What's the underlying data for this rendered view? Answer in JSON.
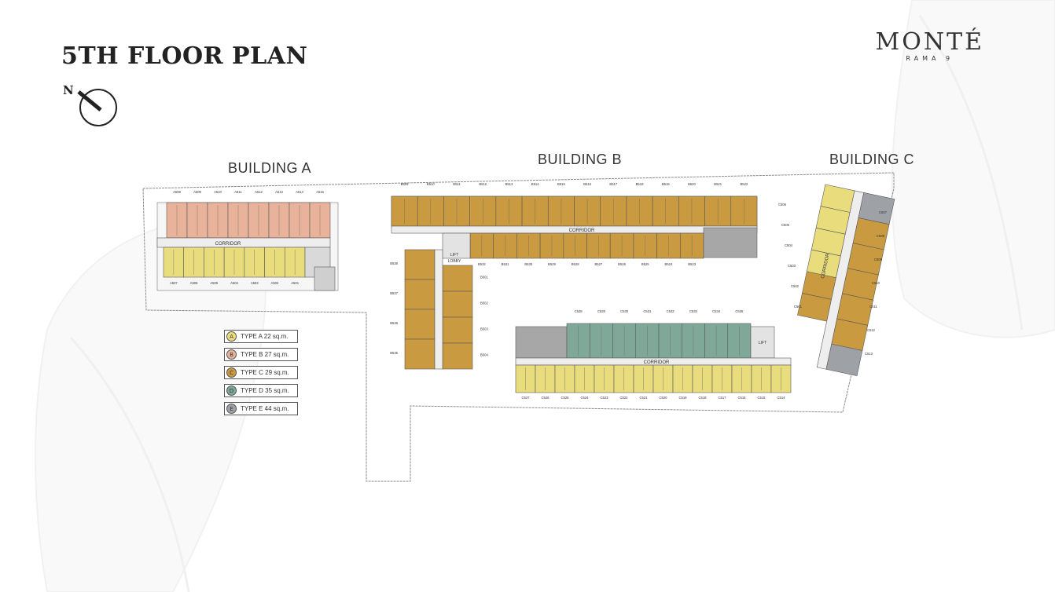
{
  "page": {
    "title": "5TH FLOOR PLAN",
    "brand_name": "MONTÉ",
    "brand_sub": "RAMA 9",
    "compass_label": "N"
  },
  "buildings": {
    "a": {
      "label": "BUILDING A"
    },
    "b": {
      "label": "BUILDING B"
    },
    "c": {
      "label": "BUILDING C"
    }
  },
  "floor_labels": {
    "corridor": "CORRIDOR",
    "lift": "LIFT",
    "lobby": "LOBBY"
  },
  "legend": [
    {
      "letter": "A",
      "label": "TYPE A 22 sq.m.",
      "color": "#e9dc7c"
    },
    {
      "letter": "B",
      "label": "TYPE B 27 sq.m.",
      "color": "#e8b39a"
    },
    {
      "letter": "C",
      "label": "TYPE C 29 sq.m.",
      "color": "#c99a3f"
    },
    {
      "letter": "D",
      "label": "TYPE D 35 sq.m.",
      "color": "#7fa898"
    },
    {
      "letter": "E",
      "label": "TYPE E 44 sq.m.",
      "color": "#9ea1a6"
    }
  ],
  "colors": {
    "type_a": "#e9dc7c",
    "type_b": "#e8b39a",
    "type_c": "#c99a3f",
    "type_d": "#7fa898",
    "type_e": "#9ea1a6",
    "corridor": "#eeeeee",
    "outline": "#7a7a7a"
  },
  "units": {
    "a_top": [
      "A508",
      "A509",
      "A510",
      "A511",
      "A512",
      "A513",
      "A514",
      "A515"
    ],
    "a_bottom": [
      "A507",
      "A506",
      "A505",
      "A504",
      "A503",
      "A502",
      "A501"
    ],
    "b_top": [
      "B509",
      "B510",
      "B511",
      "B512",
      "B513",
      "B514",
      "B515",
      "B516",
      "B517",
      "B518",
      "B519",
      "B520",
      "B521",
      "B522"
    ],
    "b_mid": [
      "B532",
      "B531",
      "B530",
      "B529",
      "B528",
      "B527",
      "B526",
      "B525",
      "B524",
      "B523"
    ],
    "b_west": [
      "B538",
      "B537",
      "B536",
      "B535"
    ],
    "b_leg_right": [
      "B501",
      "B502",
      "B503",
      "B504"
    ],
    "c_d_row": [
      "C528",
      "C529",
      "C530",
      "C531",
      "C532",
      "C533",
      "C534",
      "C535"
    ],
    "c_bottom": [
      "C527",
      "C526",
      "C525",
      "C524",
      "C523",
      "C522",
      "C521",
      "C520",
      "C519",
      "C518",
      "C517",
      "C516",
      "C515",
      "C514"
    ],
    "c_tower_left": [
      "C506",
      "C505",
      "C504",
      "C503",
      "C502",
      "C501"
    ],
    "c_tower_right": [
      "C507",
      "C508",
      "C509",
      "C510",
      "C511",
      "C512",
      "C513"
    ]
  }
}
